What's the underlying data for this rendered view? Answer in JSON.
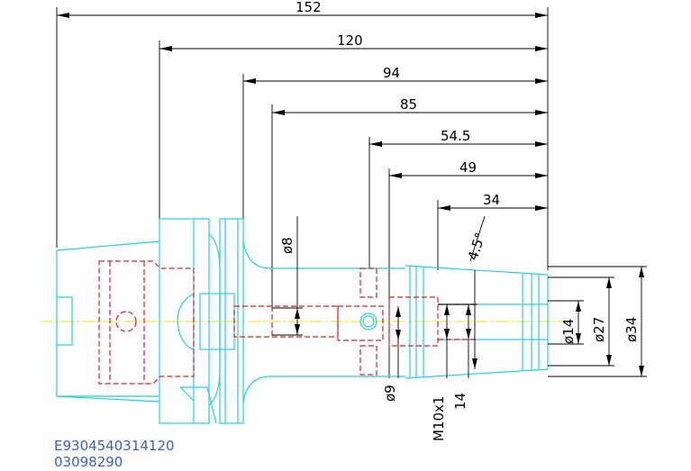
{
  "dimensions": {
    "d152": "152",
    "d120": "120",
    "d94": "94",
    "d85": "85",
    "d54_5": "54.5",
    "d49": "49",
    "d34": "34",
    "phi8": "ø8",
    "phi9": "ø9",
    "thread": "M10x1",
    "d14": "14",
    "angle": "4.5°",
    "phi14": "ø14",
    "phi27": "ø27",
    "phi34": "ø34"
  },
  "part_code": {
    "line1": "E9304540314120",
    "line2": "03098290"
  },
  "colors": {
    "outline": "#22d3dd",
    "hidden": "#e02020",
    "centerline": "#e8e020",
    "dimension": "#000000",
    "code": "#3a5fc8"
  }
}
